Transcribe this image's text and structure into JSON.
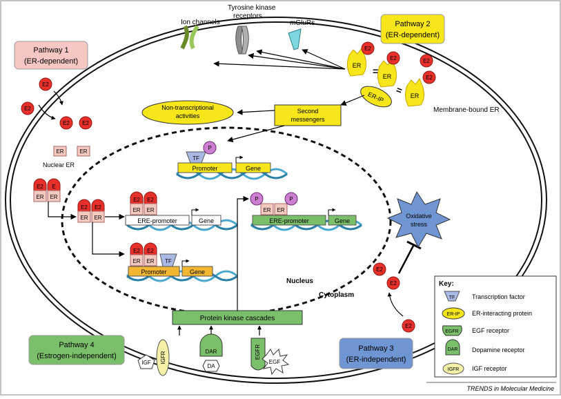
{
  "labels": {
    "ion_channels": "Ion channels",
    "tyrosine_kinase_1": "Tyrosine kinase",
    "tyrosine_kinase_2": "receptors",
    "mglurs": "mGluRs",
    "membrane_bound_er": "Membrane-bound ER",
    "non_transcriptional_1": "Non-transcriptional",
    "non_transcriptional_2": "activities",
    "second_messengers_1": "Second",
    "second_messengers_2": "messengers",
    "nuclear_er": "Nuclear ER",
    "nucleus": "Nucleus",
    "cytoplasm": "Cytoplasm",
    "protein_kinase_cascades": "Protein kinase cascades",
    "oxidative_stress_1": "Oxidative",
    "oxidative_stress_2": "stress",
    "footer": "TRENDS in Molecular Medicine"
  },
  "molecules": {
    "e2": "E2",
    "e": "E",
    "er": "ER",
    "p": "P",
    "tf": "TF",
    "er_ip": "ER-IP",
    "igf": "IGF",
    "igfr": "IGFR",
    "dar": "DAR",
    "da": "DA",
    "egfr": "EGFR",
    "egf": "EGF"
  },
  "genes": {
    "promoter": "Promoter",
    "gene": "Gene",
    "ere_promoter": "ERE-promoter"
  },
  "pathways": {
    "p1_title": "Pathway 1",
    "p1_sub": "(ER-dependent)",
    "p2_title": "Pathway 2",
    "p2_sub": "(ER-dependent)",
    "p3_title": "Pathway 3",
    "p3_sub": "(ER-independent)",
    "p4_title": "Pathway 4",
    "p4_sub": "(Estrogen-independent)"
  },
  "key": {
    "title": "Key:",
    "items": [
      {
        "symbol": "TF",
        "label": "Transcription factor"
      },
      {
        "symbol": "ER-IP",
        "label": "ER-interacting protein"
      },
      {
        "symbol": "EGFR",
        "label": "EGF receptor"
      },
      {
        "symbol": "DAR",
        "label": "Dopamine receptor"
      },
      {
        "symbol": "IGFR",
        "label": "IGF receptor"
      }
    ]
  },
  "colors": {
    "e2_red": "#e8302a",
    "er_pink": "#f4c9c0",
    "yellow": "#f6e61a",
    "orange": "#f2b632",
    "green": "#7bbf6a",
    "blue_box": "#6f95d3",
    "pink_box": "#f6c7c3",
    "tf_blue": "#a9b8e4",
    "p_purple": "#cc7fd0",
    "dna_blue": "#49a7d0",
    "membrane_receptor_grey": "#9a9a9a",
    "mglur_cyan": "#7ed6e0",
    "ion_green": "#9bc85a"
  }
}
